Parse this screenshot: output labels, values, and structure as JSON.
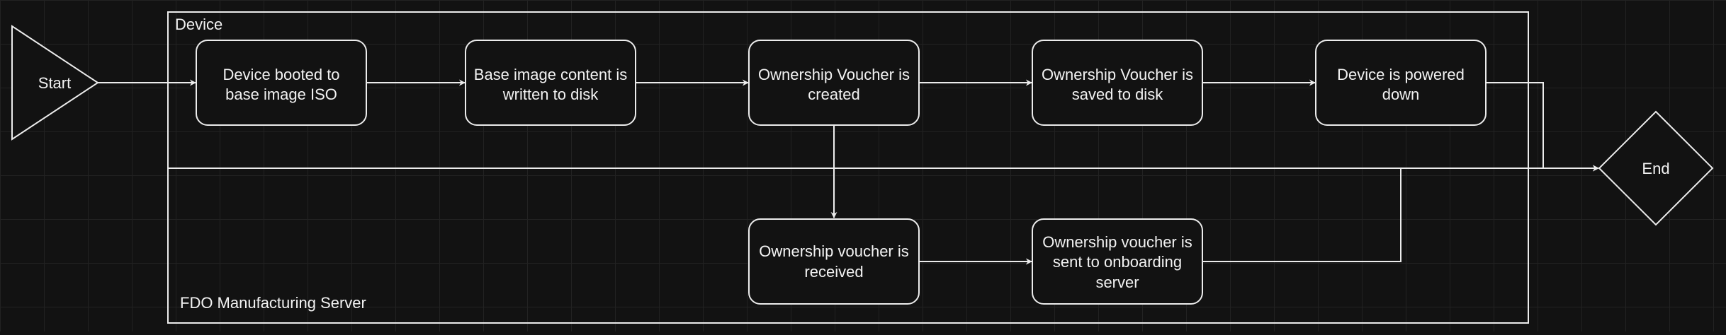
{
  "colors": {
    "background": "#121212",
    "stroke": "#ececec",
    "text": "#f2f2f2",
    "node_fill": "#121212"
  },
  "lanes": {
    "device": "Device",
    "manufacturing_server": "FDO Manufacturing Server"
  },
  "nodes": {
    "start": "Start",
    "end": "End",
    "booted": [
      "Device booted to",
      "base image ISO"
    ],
    "written": [
      "Base image content is",
      "written to disk"
    ],
    "created": [
      "Ownership Voucher is",
      "created"
    ],
    "saved": [
      "Ownership Voucher is",
      "saved to disk"
    ],
    "powered": [
      "Device is powered",
      "down"
    ],
    "received": [
      "Ownership voucher is",
      "received"
    ],
    "sent": [
      "Ownership voucher is",
      "sent to onboarding",
      "server"
    ]
  }
}
